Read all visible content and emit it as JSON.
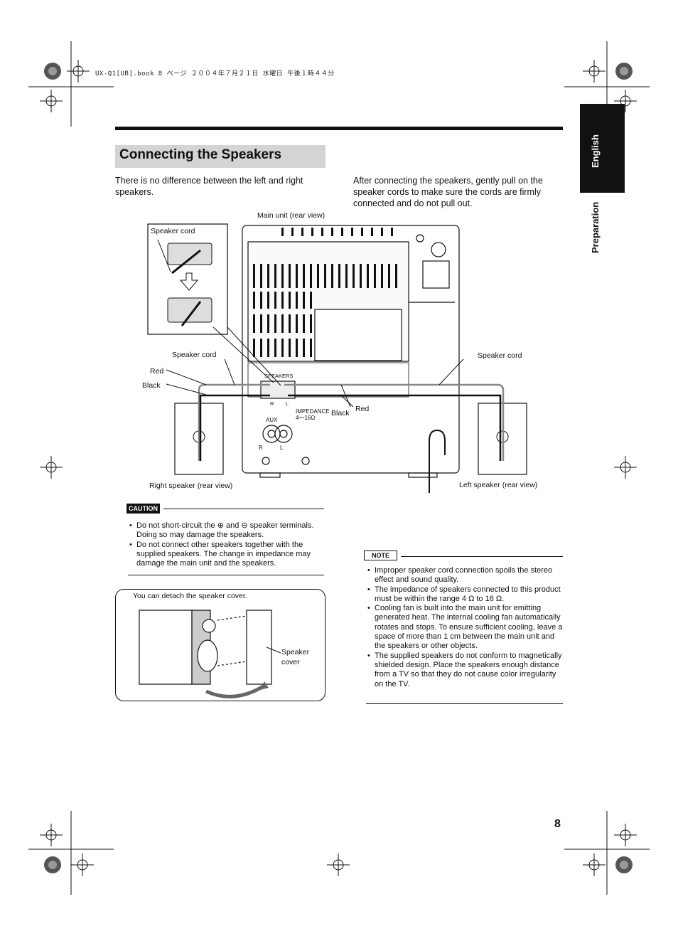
{
  "print_header": "UX-Q1[UB].book  8 ページ  ２００４年７月２１日  水曜日  午後１時４４分",
  "section_title": "Connecting the Speakers",
  "side_tab": {
    "language": "English",
    "section": "Preparation"
  },
  "intro_left": "There is no difference between the left and right speakers.",
  "intro_right": "After connecting the speakers, gently pull on the speaker cords to make sure the cords are firmly connected and do not pull out.",
  "diagram": {
    "main_unit_label": "Main unit (rear view)",
    "speaker_cord_inset": "Speaker cord",
    "speaker_cord_left": "Speaker cord",
    "speaker_cord_right": "Speaker cord",
    "red_left": "Red",
    "black_left": "Black",
    "black_center": "Black",
    "red_center": "Red",
    "terminal_label": "SPEAKERS",
    "terminal_r": "R",
    "terminal_l": "L",
    "impedance_label": "IMPEDANCE",
    "impedance_value": "4～16Ω",
    "aux_label": "AUX",
    "aux_r": "R",
    "aux_l": "L",
    "right_speaker_label": "Right speaker (rear view)",
    "left_speaker_label": "Left speaker (rear view)"
  },
  "caution": {
    "label": "CAUTION",
    "items": [
      "Do not short-circuit the ⊕ and ⊖ speaker terminals. Doing so may damage the speakers.",
      "Do not connect other speakers together with the supplied speakers. The change in impedance may damage the main unit and the speakers."
    ]
  },
  "cover_box": {
    "caption": "You can detach the speaker cover.",
    "cover_label_1": "Speaker",
    "cover_label_2": "cover"
  },
  "note": {
    "label": "NOTE",
    "items": [
      "Improper speaker cord connection spoils the stereo effect and sound quality.",
      "The impedance of speakers connected to this product must be within the range 4 Ω to 16 Ω.",
      "Cooling fan is built into the main unit for emitting generated heat. The internal cooling fan automatically rotates and stops. To ensure sufficient cooling, leave a space of more than 1 cm between the main unit and the speakers or other objects.",
      "The supplied speakers do not conform to magnetically shielded design. Place the speakers enough distance from a TV so that they do not cause color irregularity on the TV."
    ]
  },
  "page_number": "8"
}
